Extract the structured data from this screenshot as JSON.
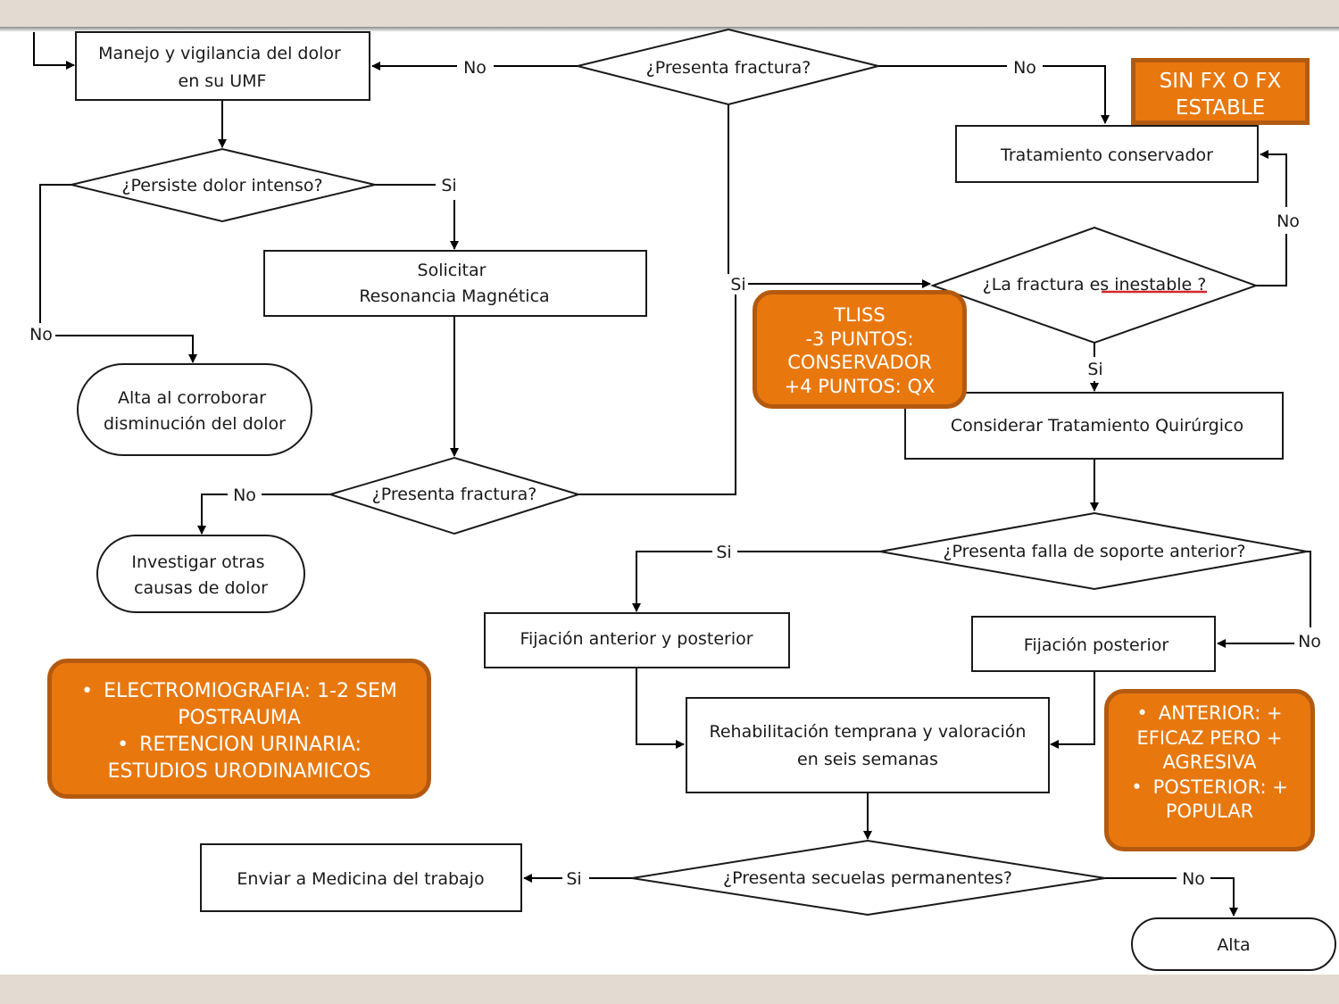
{
  "nodes": {
    "manejo": [
      "Manejo y vigilancia del dolor",
      "en su UMF"
    ],
    "fractura1": [
      "¿Presenta fractura?"
    ],
    "persiste": [
      "¿Persiste dolor intenso?"
    ],
    "resonancia": [
      "Solicitar",
      "Resonancia Magnética"
    ],
    "alta_dolor": [
      "Alta al corroborar",
      "disminución del dolor"
    ],
    "fractura2": [
      "¿Presenta fractura?"
    ],
    "investigar": [
      "Investigar otras",
      "causas de dolor"
    ],
    "conservador": [
      "Tratamiento conservador"
    ],
    "inestable": [
      "¿La fractura es inestable ?"
    ],
    "quirurgico": [
      "Considerar Tratamiento Quirúrgico"
    ],
    "soporte": [
      "¿Presenta falla de soporte anterior?"
    ],
    "fij_ant_post": [
      "Fijación anterior y posterior"
    ],
    "fij_post": [
      "Fijación posterior"
    ],
    "rehab": [
      "Rehabilitación temprana y valoración",
      "en seis semanas"
    ],
    "secuelas": [
      "¿Presenta secuelas permanentes?"
    ],
    "medicina": [
      "Enviar a Medicina del trabajo"
    ],
    "alta": [
      "Alta"
    ]
  },
  "edge_labels": {
    "no": "No",
    "si": "Si"
  },
  "notes": {
    "sin_fx": [
      "SIN FX O FX",
      "ESTABLE"
    ],
    "tliss": [
      "TLISS",
      "-3 PUNTOS:",
      "CONSERVADOR",
      "+4 PUNTOS: QX"
    ],
    "electro": [
      "ELECTROMIOGRAFIA: 1-2 SEM POSTRAUMA",
      "RETENCION URINARIA: ESTUDIOS URODINAMICOS"
    ],
    "anterior": [
      "ANTERIOR: + EFICAZ PERO + AGRESIVA",
      "POSTERIOR: + POPULAR"
    ]
  },
  "colors": {
    "note_fill": "#e8780e",
    "note_border": "#b45a10",
    "band": "#e1dbd1",
    "line": "#000000",
    "underline": "#d62828"
  }
}
